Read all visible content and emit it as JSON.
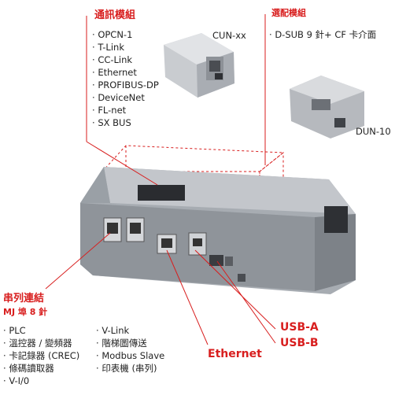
{
  "comm_module": {
    "title": "通訊模組",
    "items": [
      "OPCN-1",
      "T-Link",
      "CC-Link",
      "Ethernet",
      "PROFIBUS-DP",
      "DeviceNet",
      "FL-net",
      "SX BUS"
    ],
    "unit_label": "CUN-xx"
  },
  "option_module": {
    "title": "選配模組",
    "items": [
      "D-SUB 9 針+ CF 卡介面"
    ],
    "unit_label": "DUN-10"
  },
  "serial": {
    "title": "串列連結",
    "subtitle": "MJ 埠 8 針",
    "col1": [
      "PLC",
      "溫控器 / 變頻器",
      "卡記錄器 (CREC)",
      "條碼讀取器",
      "V-I/0"
    ],
    "col2": [
      "V-Link",
      "階梯圖傳送",
      "Modbus Slave",
      "印表機 (串列)"
    ]
  },
  "ports": {
    "usb_a": "USB-A",
    "usb_b": "USB-B",
    "ethernet": "Ethernet"
  },
  "colors": {
    "accent": "#d81e1e",
    "device": "#9a9fa6",
    "device_dark": "#6e737a"
  }
}
